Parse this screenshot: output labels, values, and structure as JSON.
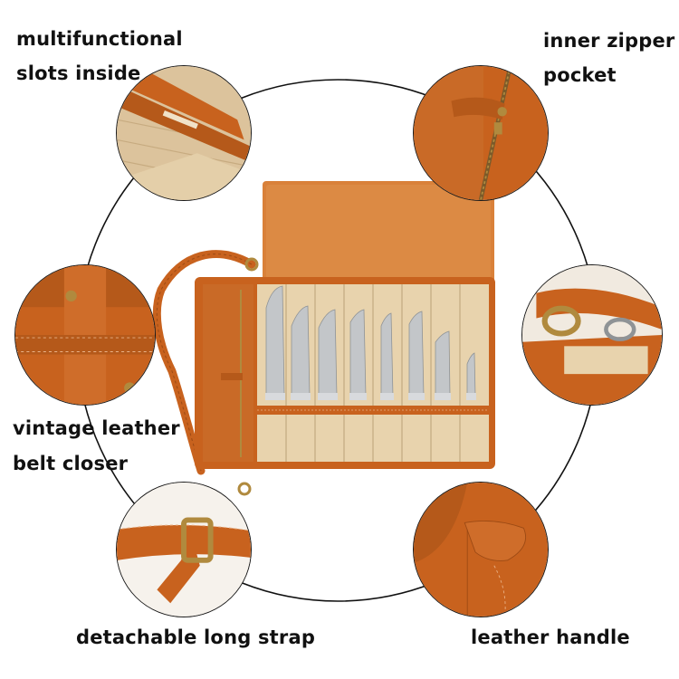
{
  "callouts": {
    "slots": {
      "line1": "multifunctional",
      "line2": "slots inside"
    },
    "zipper": {
      "line1": "inner zipper",
      "line2": "pocket"
    },
    "belt": {
      "line1": "vintage leather",
      "line2": "belt closer"
    },
    "strap": {
      "line1": "detachable long strap"
    },
    "handle": {
      "line1": "leather handle"
    }
  },
  "colors": {
    "leather": "#c8621e",
    "leather_dark": "#9c4a14",
    "canvas": "#e8d3ad",
    "suede": "#d9813a",
    "brass": "#b08a3e",
    "steel": "#b9bcbf"
  }
}
